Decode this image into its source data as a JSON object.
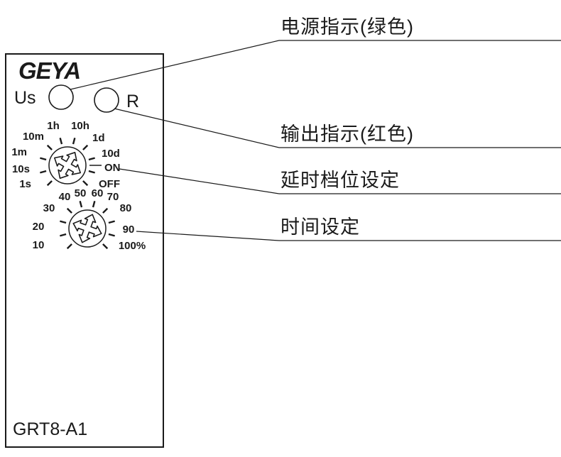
{
  "device": {
    "brand": "GEYA",
    "model": "GRT8-A1",
    "power_led_label": "Us",
    "output_led_label": "R",
    "delay_dial_labels": [
      "1h",
      "10h",
      "10m",
      "1d",
      "1m",
      "10d",
      "10s",
      "ON",
      "1s",
      "OFF"
    ],
    "time_dial_labels": [
      "40",
      "50",
      "60",
      "70",
      "30",
      "80",
      "20",
      "90",
      "10",
      "100%"
    ]
  },
  "callouts": [
    {
      "label": "电源指示(绿色)"
    },
    {
      "label": "输出指示(红色)"
    },
    {
      "label": "延时档位设定"
    },
    {
      "label": "时间设定"
    }
  ],
  "colors": {
    "ink": "#1a1a1a",
    "background": "#ffffff"
  }
}
